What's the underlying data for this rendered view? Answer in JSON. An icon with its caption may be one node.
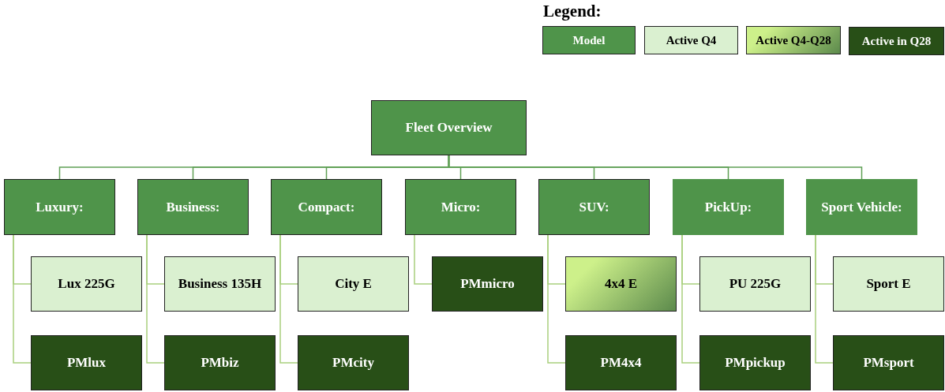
{
  "diagram": {
    "nodes": [
      {
        "text": [
          "Fleet Overview"
        ]
      },
      {
        "text": [
          "Luxury:"
        ]
      },
      {
        "text": [
          "Business:"
        ]
      },
      {
        "text": [
          "Compact:"
        ]
      },
      {
        "text": [
          "Micro:"
        ]
      },
      {
        "text": [
          "SUV:"
        ]
      },
      {
        "text": [
          "PickUp:"
        ]
      },
      {
        "text": [
          "Sport Vehicle:"
        ]
      },
      {
        "text": [
          "Lux 225G"
        ]
      },
      {
        "text": [
          "PMlux"
        ]
      },
      {
        "text": [
          "Business 135H"
        ]
      },
      {
        "text": [
          "PMbiz"
        ]
      },
      {
        "text": [
          "City E"
        ]
      },
      {
        "text": [
          "PMcity"
        ]
      },
      {
        "text": [
          "PMmicro"
        ]
      },
      {
        "text": [
          "4x4 E"
        ]
      },
      {
        "text": [
          "PM4x4"
        ]
      },
      {
        "text": [
          "PU 225G"
        ]
      },
      {
        "text": [
          "PMpickup"
        ]
      },
      {
        "text": [
          "Sport E"
        ]
      },
      {
        "text": [
          "PMsport"
        ]
      }
    ],
    "edges": [
      {
        "from": 0,
        "to": 1,
        "arrow": "none",
        "color": "#5fa055"
      },
      {
        "from": 0,
        "to": 2,
        "arrow": "none",
        "color": "#5fa055"
      },
      {
        "from": 0,
        "to": 3,
        "arrow": "none",
        "color": "#5fa055"
      },
      {
        "from": 0,
        "to": 4,
        "arrow": "none",
        "color": "#5fa055"
      },
      {
        "from": 0,
        "to": 5,
        "arrow": "none",
        "color": "#5fa055"
      },
      {
        "from": 0,
        "to": 6,
        "arrow": "none",
        "color": "#5fa055"
      },
      {
        "from": 0,
        "to": 7,
        "arrow": "none",
        "color": "#5fa055"
      },
      {
        "from": 1,
        "to": 8,
        "arrow": "none"
      },
      {
        "from": 1,
        "to": 9,
        "arrow": "none"
      },
      {
        "from": 2,
        "to": 10,
        "arrow": "none"
      },
      {
        "from": 2,
        "to": 11,
        "arrow": "none"
      },
      {
        "from": 3,
        "to": 12,
        "arrow": "none"
      },
      {
        "from": 3,
        "to": 13,
        "arrow": "none"
      },
      {
        "from": 4,
        "to": 14,
        "arrow": "none"
      },
      {
        "from": 5,
        "to": 15,
        "arrow": "none"
      },
      {
        "from": 5,
        "to": 16,
        "arrow": "none"
      },
      {
        "from": 6,
        "to": 17,
        "arrow": "none"
      },
      {
        "from": 6,
        "to": 18,
        "arrow": "none"
      },
      {
        "from": 7,
        "to": 19,
        "arrow": "none"
      },
      {
        "from": 7,
        "to": 20,
        "arrow": "none"
      }
    ],
    "labels": [
      "Legend:"
    ],
    "legend": [
      {
        "text": "Model",
        "color": "#4f944a"
      },
      {
        "text": "Active Q4",
        "color": "#daf0d0"
      },
      {
        "text": "Active Q4-Q28",
        "color": "#cdf08a"
      },
      {
        "text": "Active in Q28",
        "color": "#284f17"
      }
    ]
  }
}
